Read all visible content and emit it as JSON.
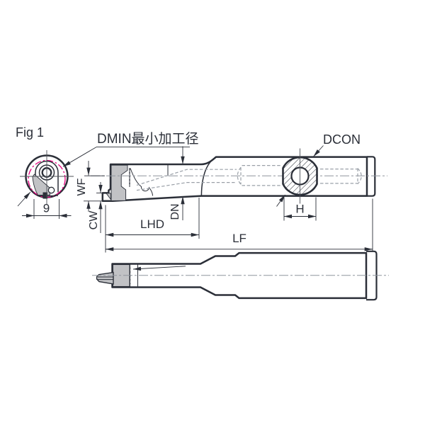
{
  "figure": {
    "caption": "Fig 1",
    "callouts": {
      "dmin": "DMIN最小加工径",
      "dcon": "DCON"
    },
    "dimensions": {
      "wf": "WF",
      "cw": "CW",
      "dn": "DN",
      "lhd": "LHD",
      "lf": "LF",
      "h": "H",
      "head_width": "9"
    },
    "colors": {
      "outline": "#2b2f38",
      "hidden_line": "#9aa0a8",
      "steel_gray": "#c1c2c5",
      "dmin_magenta": "#e5007d"
    }
  }
}
